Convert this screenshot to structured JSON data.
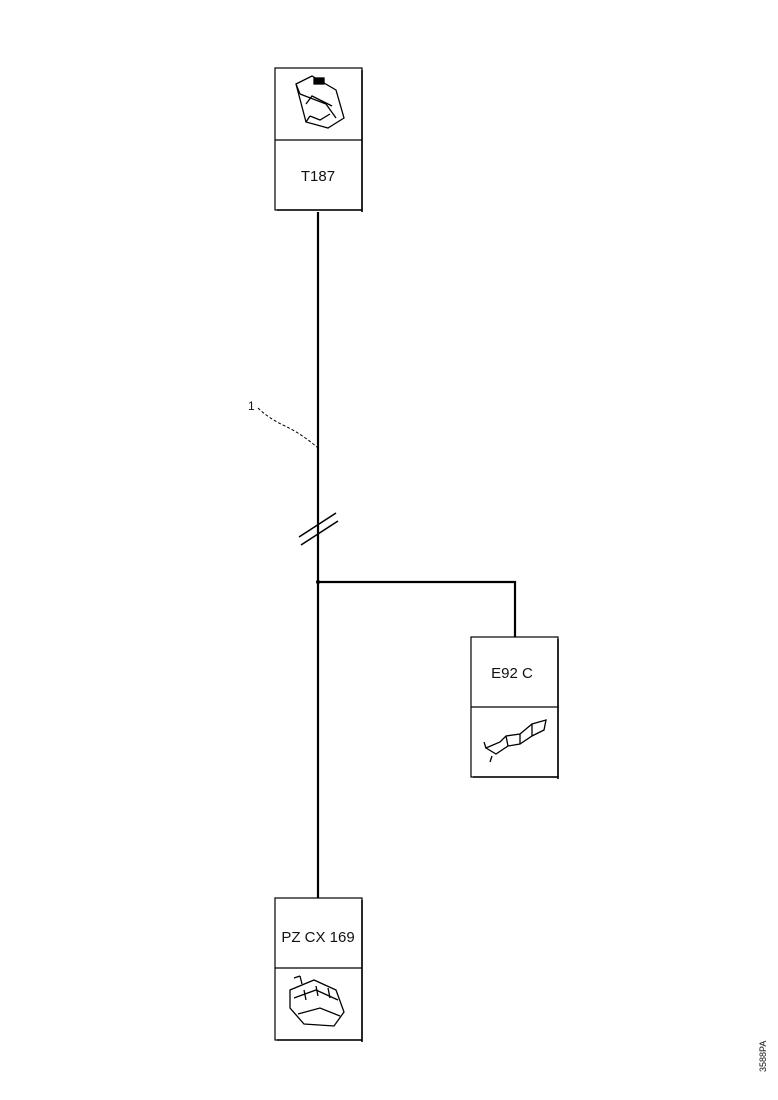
{
  "connectors": {
    "top": {
      "label": "T187",
      "icon": "connector-block-icon"
    },
    "branch": {
      "label": "E92 C",
      "icon": "connector-terminal-icon"
    },
    "bottom": {
      "label": "PZ CX 169",
      "icon": "connector-plug-icon"
    }
  },
  "wire_callout": {
    "label": "1"
  },
  "document_id": "3588PA",
  "colors": {
    "line": "#000000",
    "box_border": "#000000",
    "background": "#ffffff"
  }
}
